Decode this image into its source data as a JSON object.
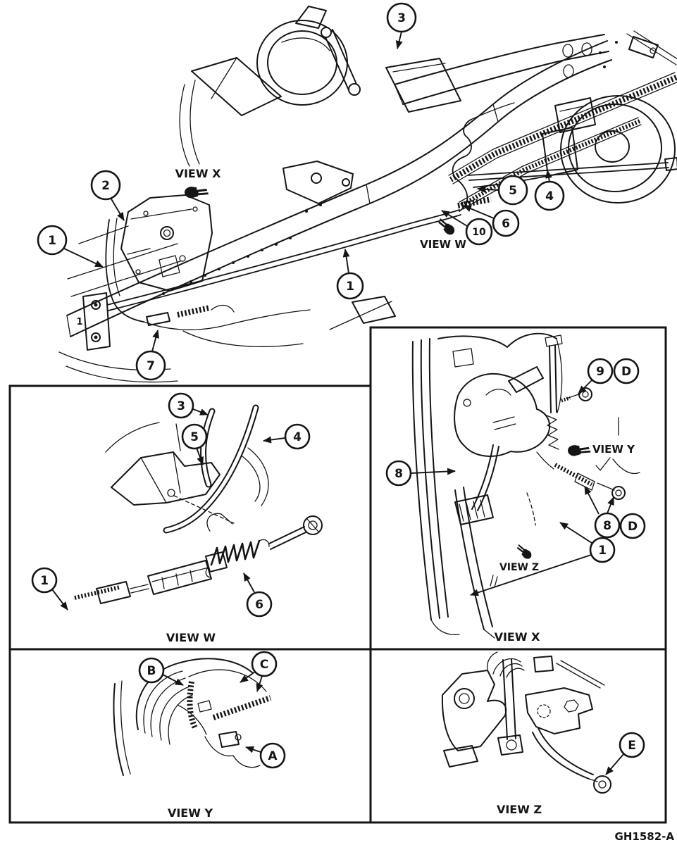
{
  "figure": {
    "footer_code": "GH1582-A",
    "ink_color": "#151515",
    "paper_color": "#ffffff"
  },
  "main_view": {
    "markers": {
      "view_x": "VIEW X",
      "view_w": "VIEW W"
    },
    "inline_label": "1",
    "callouts": [
      {
        "label": "3"
      },
      {
        "label": "2"
      },
      {
        "label": "1"
      },
      {
        "label": "7"
      },
      {
        "label": "5"
      },
      {
        "label": "4"
      },
      {
        "label": "6"
      },
      {
        "label": "10"
      },
      {
        "label": "1"
      }
    ]
  },
  "panel_view_w": {
    "caption": "VIEW W",
    "callouts": [
      {
        "label": "3"
      },
      {
        "label": "5"
      },
      {
        "label": "4"
      },
      {
        "label": "1"
      },
      {
        "label": "6"
      }
    ]
  },
  "panel_view_x": {
    "caption": "VIEW X",
    "markers": {
      "view_y": "VIEW Y",
      "view_z": "VIEW Z"
    },
    "callouts": [
      {
        "label": "8"
      },
      {
        "label": "9"
      },
      {
        "label": "D"
      },
      {
        "label": "8"
      },
      {
        "label": "D"
      },
      {
        "label": "1"
      }
    ]
  },
  "panel_view_y": {
    "caption": "VIEW Y",
    "callouts": [
      {
        "label": "B"
      },
      {
        "label": "C"
      },
      {
        "label": "A"
      }
    ]
  },
  "panel_view_z": {
    "caption": "VIEW Z",
    "callouts": [
      {
        "label": "E"
      }
    ]
  }
}
